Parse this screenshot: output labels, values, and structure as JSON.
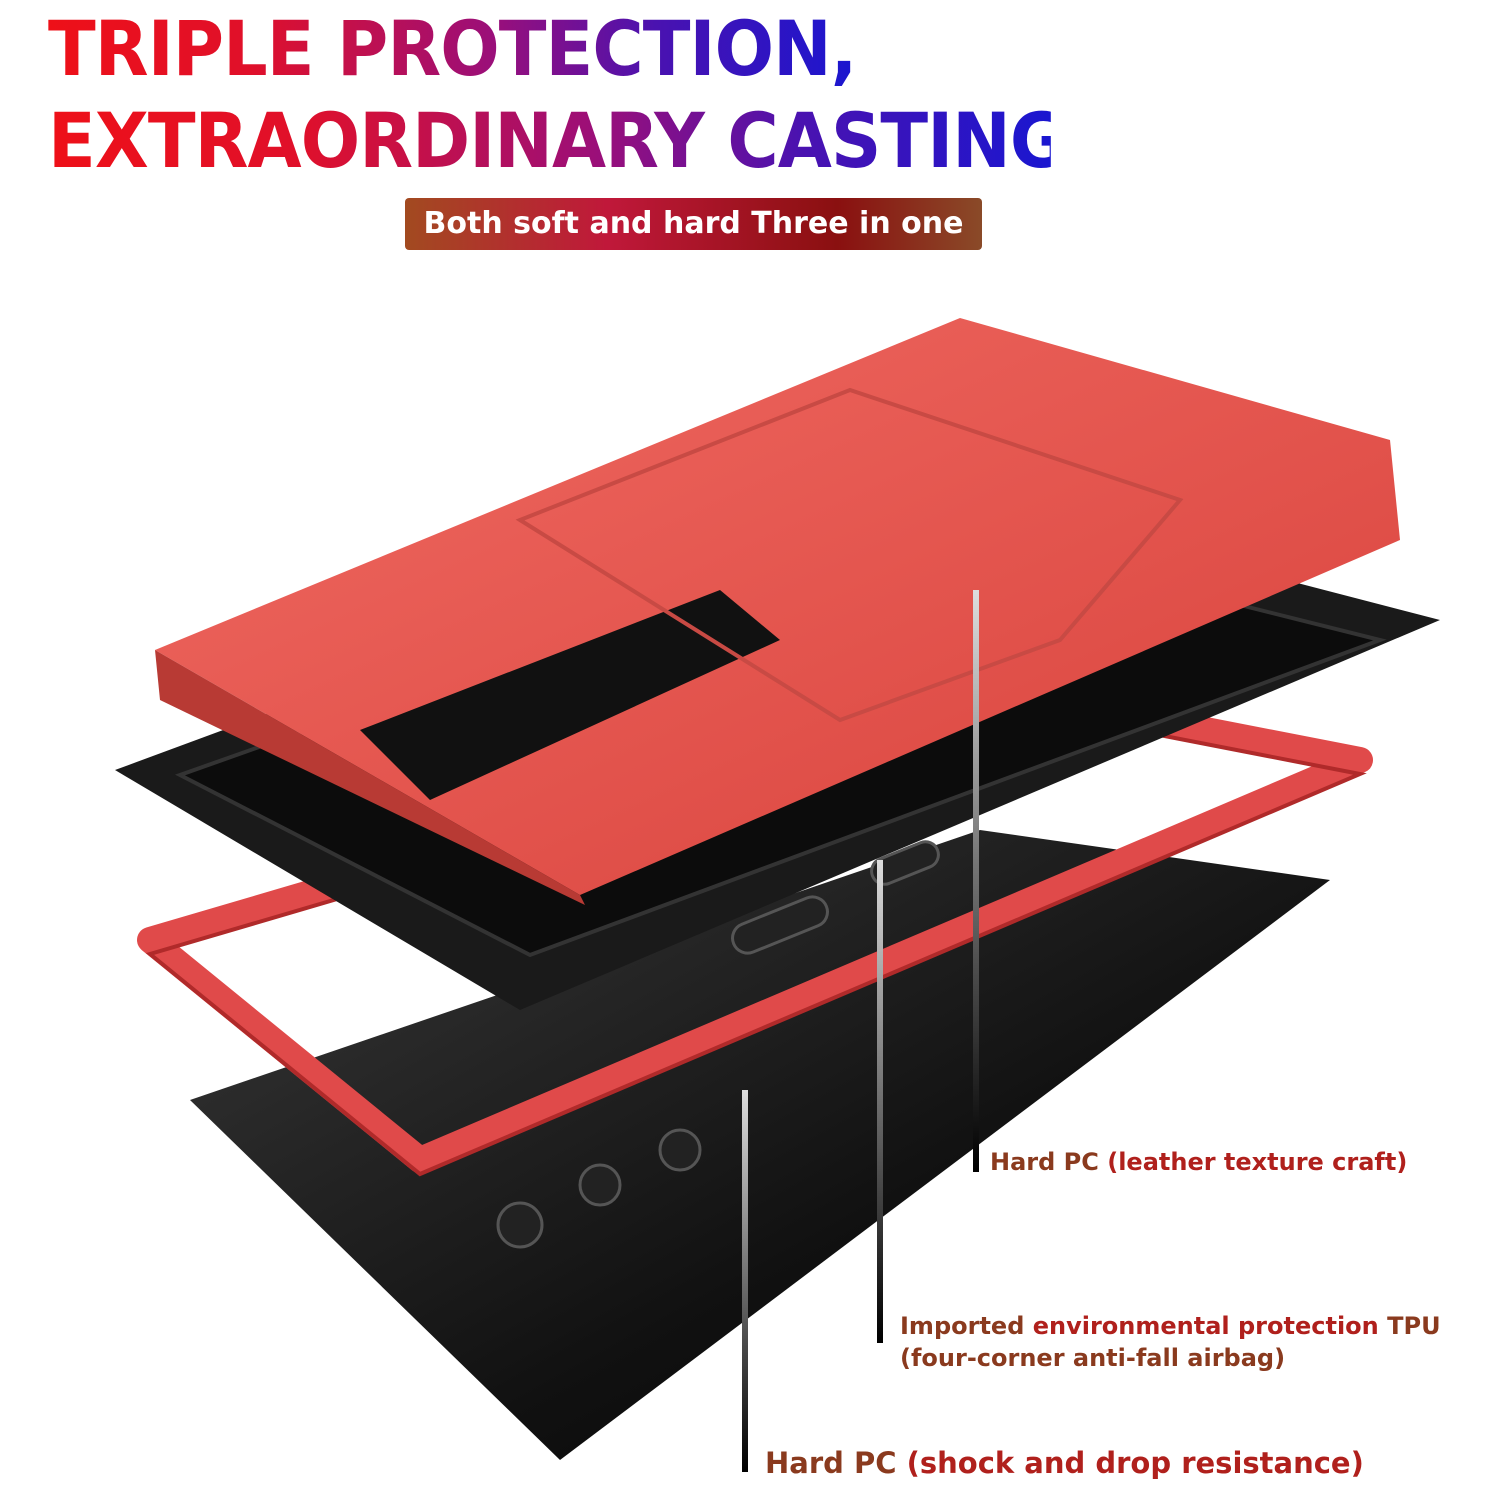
{
  "headline": {
    "line1": "TRIPLE PROTECTION,",
    "line2": "EXTRAORDINARY CASTING"
  },
  "badge": "Both soft and hard Three in one",
  "callouts": [
    {
      "prefix": "Hard PC ",
      "detail": "(leather texture craft)"
    },
    {
      "prefix": "Imported ",
      "detail": "environmental protection",
      "suffix": " TPU",
      "line2": "(four-corner anti-fall airbag)"
    },
    {
      "prefix": "Hard PC ",
      "detail": "(shock and drop resistance)"
    }
  ],
  "colors": {
    "case_red": "#e8504a",
    "tpu_black": "#1a1a1a",
    "bumper_red": "#e04a4a",
    "label_red": "#b0201c",
    "label_brown": "#8a3a1e"
  }
}
